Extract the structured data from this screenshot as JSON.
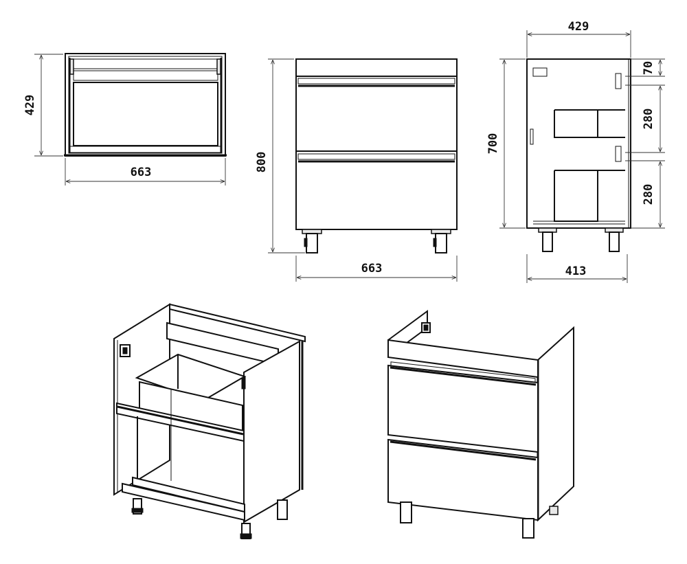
{
  "top_view": {
    "depth_label": "429",
    "width_label": "663"
  },
  "front_view": {
    "height_label": "800",
    "width_label": "663"
  },
  "side_view": {
    "depth_top_label": "429",
    "height_label": "700",
    "segment_1_label": "70",
    "segment_2_label": "280",
    "segment_3_label": "280",
    "depth_bottom_label": "413"
  },
  "isometric_views": [
    "open-cabinet-without-drawers",
    "closed-cabinet-with-two-drawers"
  ],
  "colors": {
    "line": "#111111",
    "background": "#ffffff"
  }
}
